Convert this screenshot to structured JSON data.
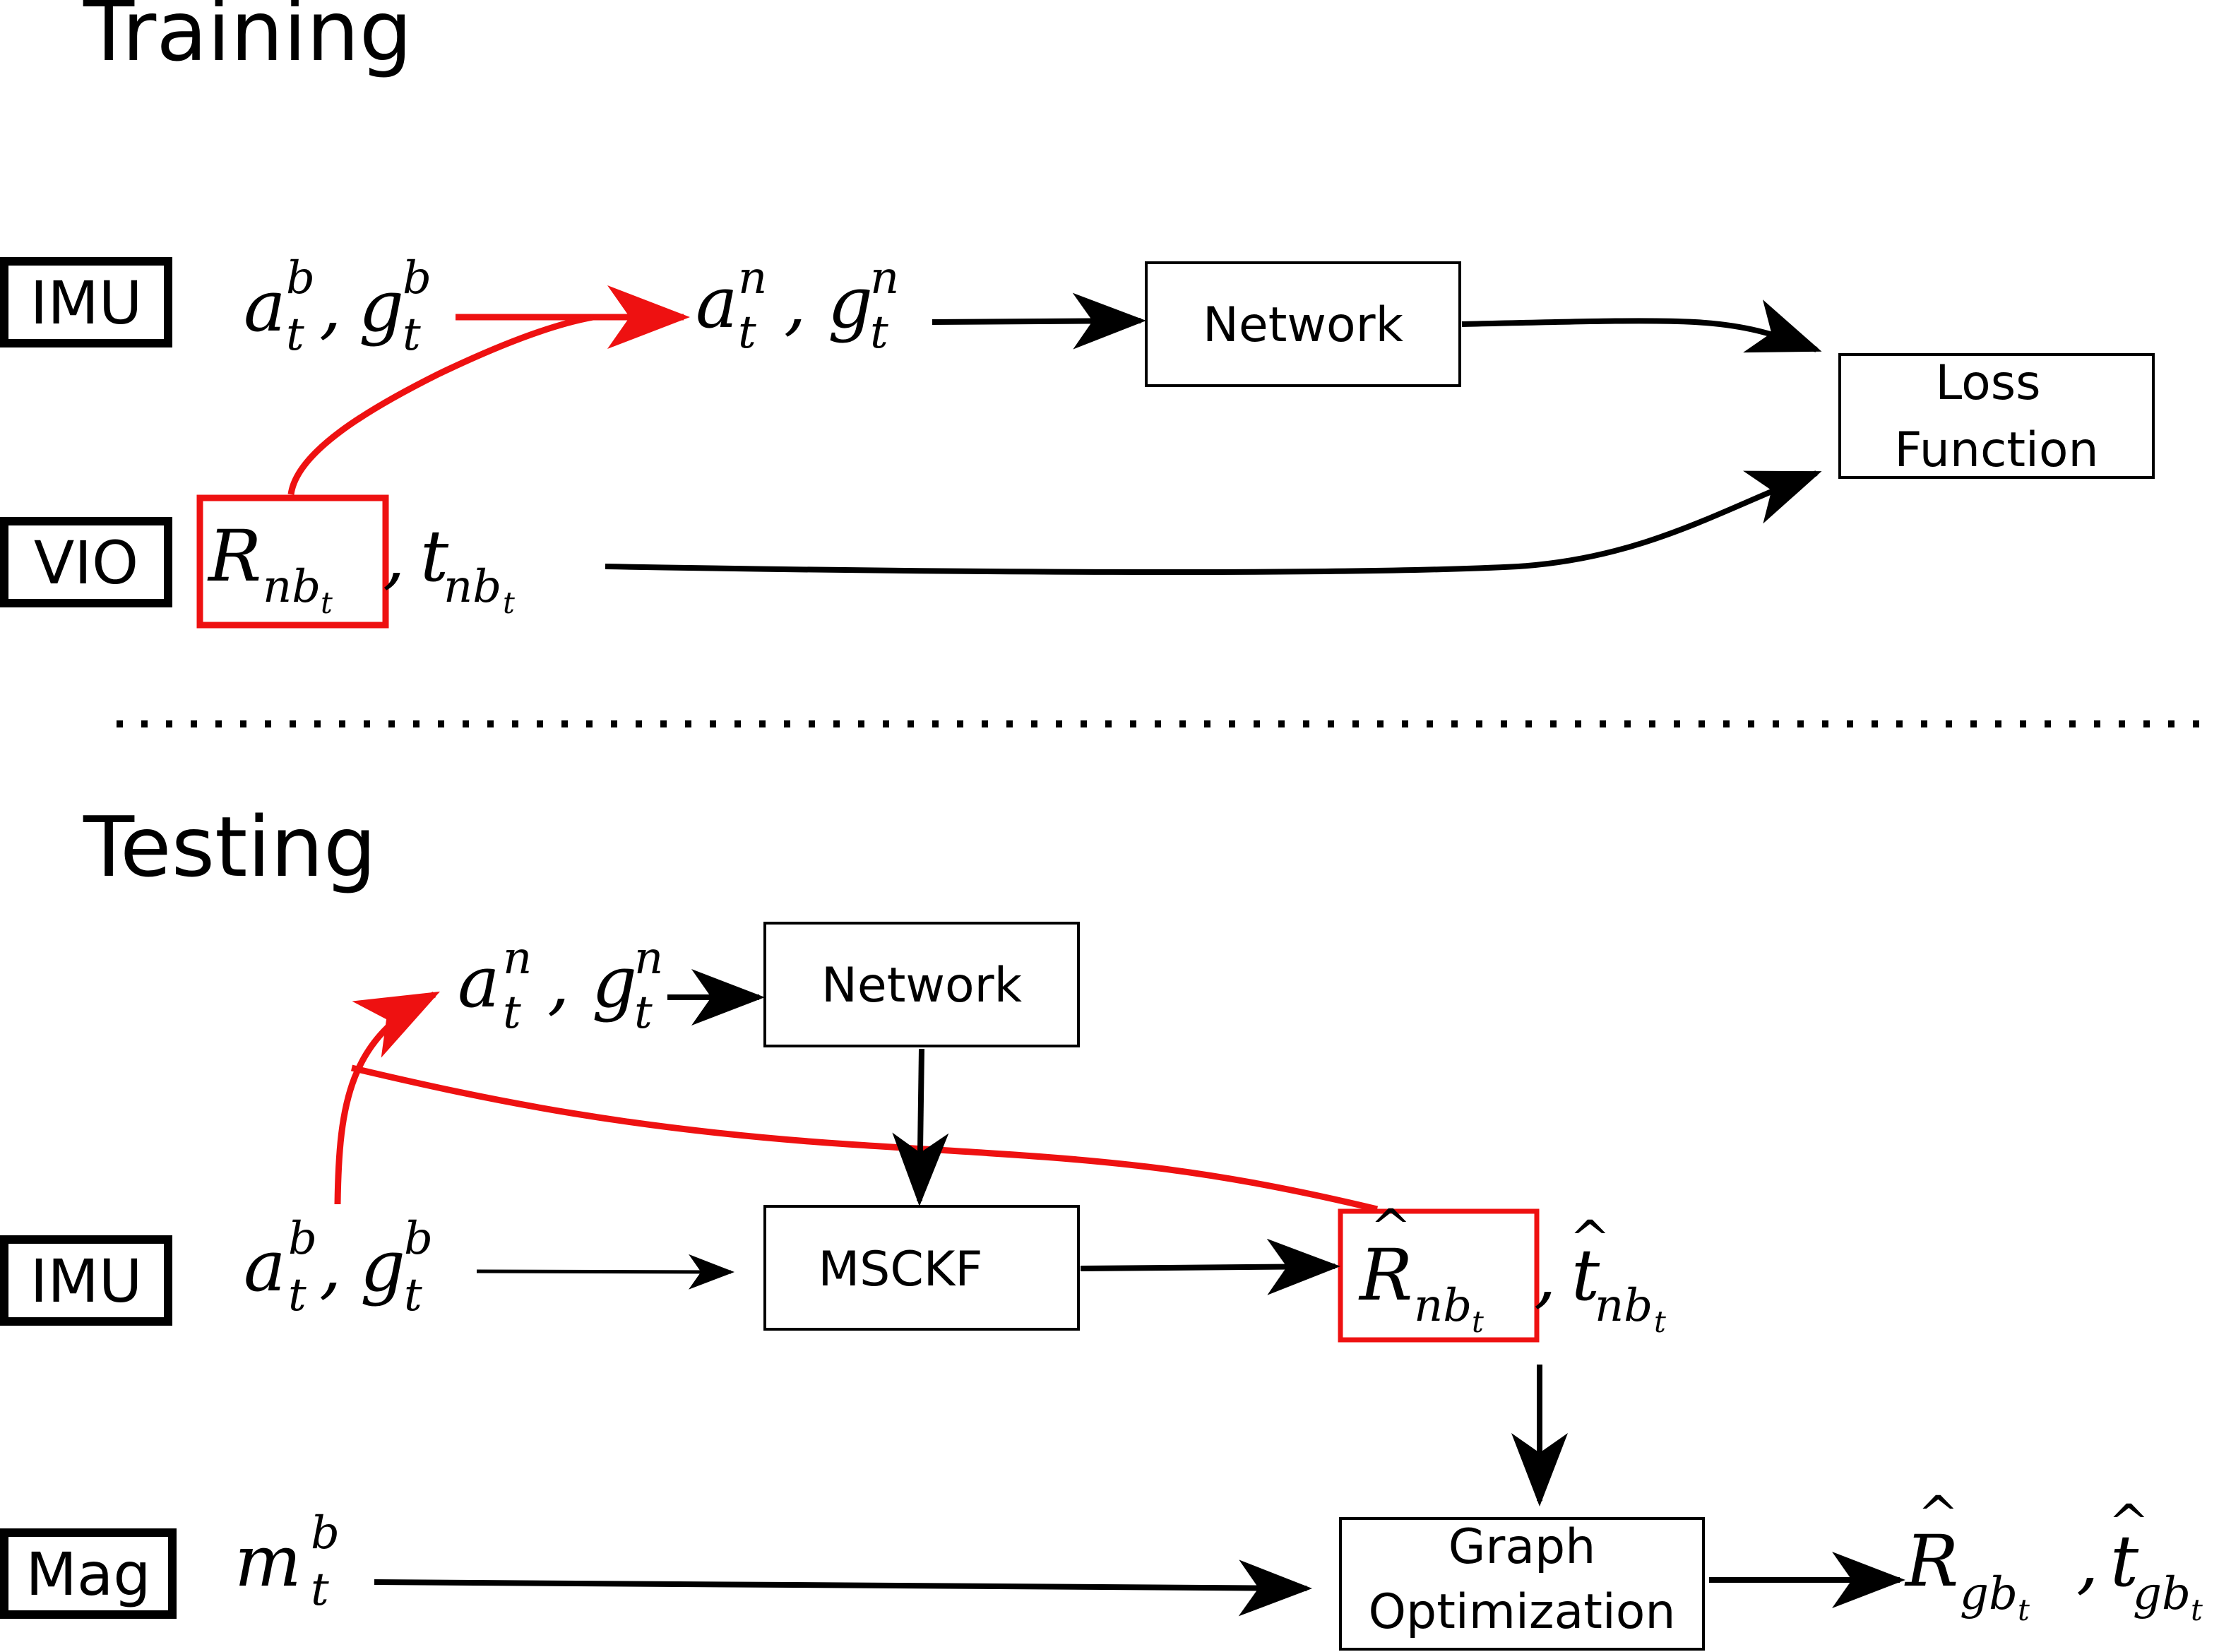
{
  "colors": {
    "accent_red": "#ee1111",
    "ink": "#000000"
  },
  "training": {
    "title": "Training",
    "imu_tag": "IMU",
    "vio_tag": "VIO",
    "imu_input": {
      "a": "a",
      "g": "g",
      "sup": "b",
      "sub": "t",
      "sep": ","
    },
    "nav_input": {
      "a": "a",
      "g": "g",
      "sup": "n",
      "sub": "t",
      "sep": ","
    },
    "network_label": "Network",
    "loss_label_line1": "Loss",
    "loss_label_line2": "Function",
    "vio_rot": {
      "sym": "R",
      "sub": "nb",
      "subsub": "t"
    },
    "vio_sep": ",",
    "vio_trans": {
      "sym": "t",
      "sub": "nb",
      "subsub": "t"
    }
  },
  "testing": {
    "title": "Testing",
    "imu_tag": "IMU",
    "mag_tag": "Mag",
    "nav_input": {
      "a": "a",
      "g": "g",
      "sup": "n",
      "sub": "t",
      "sep": ","
    },
    "imu_input": {
      "a": "a",
      "g": "g",
      "sup": "b",
      "sub": "t",
      "sep": ","
    },
    "mag_input": {
      "sym": "m",
      "sup": "b",
      "sub": "t"
    },
    "network_label": "Network",
    "msckf_label": "MSCKF",
    "graph_label_line1": "Graph",
    "graph_label_line2": "Optimization",
    "hat": "^",
    "est_rot": {
      "sym": "R",
      "sub": "nb",
      "subsub": "t"
    },
    "est_sep": ",",
    "est_trans": {
      "sym": "t",
      "sub": "nb",
      "subsub": "t"
    },
    "out_rot": {
      "sym": "R",
      "sub": "gb",
      "subsub": "t"
    },
    "out_sep": ",",
    "out_trans": {
      "sym": "t",
      "sub": "gb",
      "subsub": "t"
    }
  }
}
